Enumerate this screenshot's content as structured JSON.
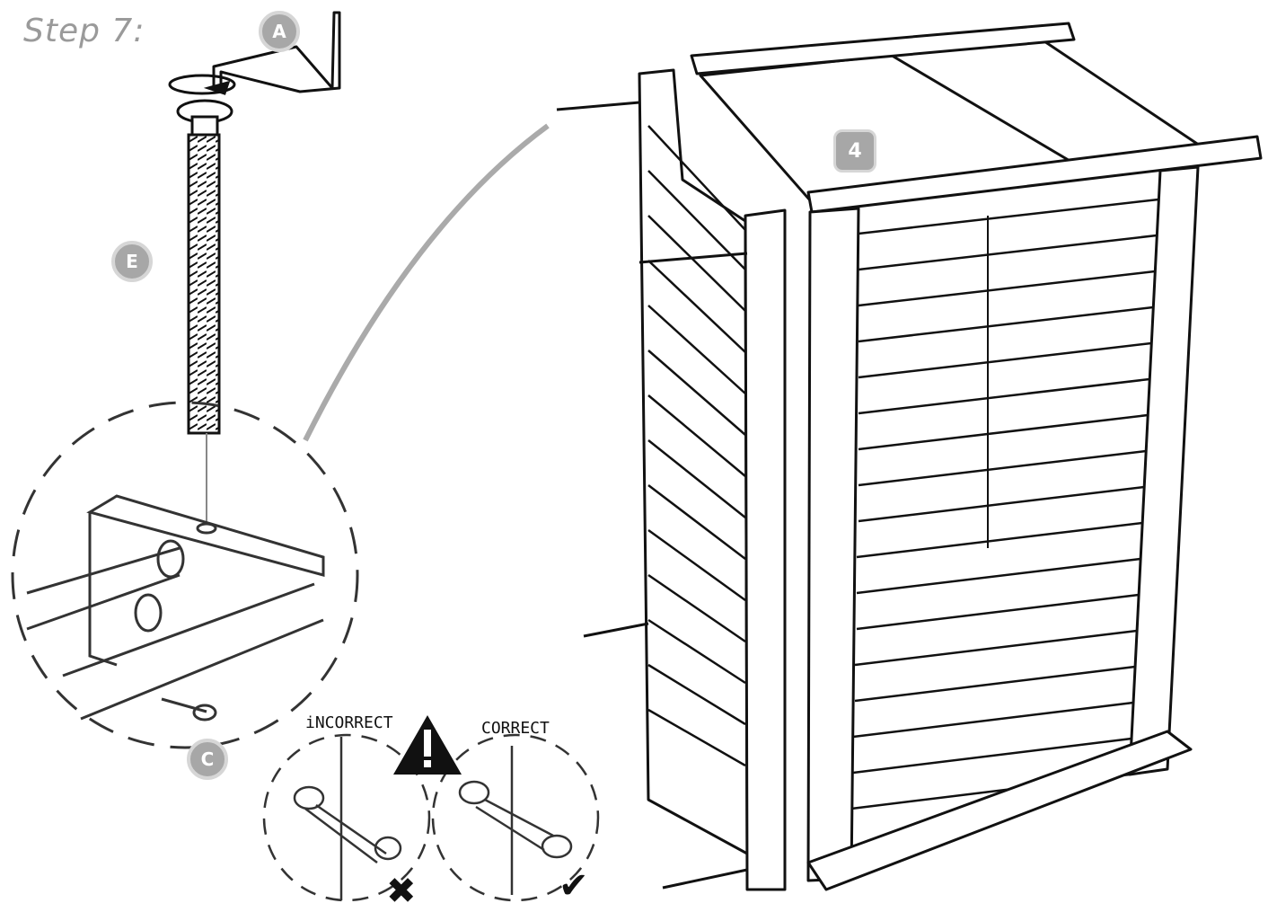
{
  "step": {
    "title": "Step 7:"
  },
  "badges": {
    "a": "A",
    "e": "E",
    "c": "C",
    "panel": "4"
  },
  "warning": {
    "incorrect_label": "iNCORRECT",
    "correct_label": "CORRECT",
    "incorrect_mark": "✖",
    "correct_mark": "✔"
  },
  "colors": {
    "line": "#111111",
    "badge": "#a7a7a7",
    "title": "#9a9a9a"
  }
}
